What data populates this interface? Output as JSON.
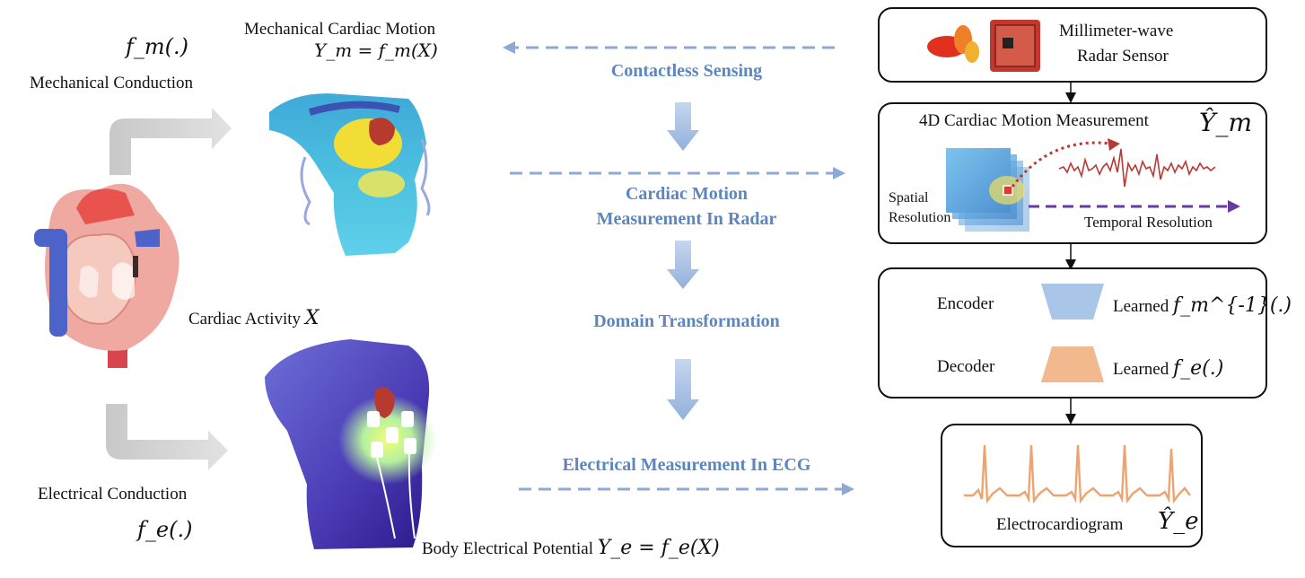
{
  "left": {
    "fm_func": "f_m(.)",
    "mech_conduction": "Mechanical Conduction",
    "mech_motion_title": "Mechanical Cardiac Motion",
    "mech_motion_eq": "Y_m = f_m(X)",
    "cardiac_activity": "Cardiac Activity",
    "cardiac_activity_var": "X",
    "elec_conduction": "Electrical Conduction",
    "fe_func": "f_e(.)",
    "body_potential": "Body Electrical Potential",
    "body_potential_eq": "Y_e = f_e(X)"
  },
  "middle": {
    "step1": "Contactless Sensing",
    "step2_line1": "Cardiac Motion",
    "step2_line2": "Measurement In Radar",
    "step3": "Domain Transformation",
    "step4": "Electrical Measurement In ECG"
  },
  "right": {
    "radar_line1": "Millimeter-wave",
    "radar_line2": "Radar Sensor",
    "measure_title": "4D Cardiac Motion Measurement",
    "measure_symbol": "Ŷ_m",
    "spatial_line1": "Spatial",
    "spatial_line2": "Resolution",
    "temporal": "Temporal Resolution",
    "encoder": "Encoder",
    "encoder_learned": "Learned",
    "encoder_func": "f_m^{-1}(.)",
    "decoder": "Decoder",
    "decoder_learned": "Learned",
    "decoder_func": "f_e(.)",
    "ecg": "Electrocardiogram",
    "ecg_symbol": "Ŷ_e"
  },
  "colors": {
    "accent_blue": "#5b86bf",
    "dashed_arrow": "#8fa9d4",
    "encoder_fill": "#a9c6e8",
    "decoder_fill": "#f2b88e",
    "ecg_line": "#eea46e",
    "radar_signal": "#b73a34",
    "purple_arrow": "#6b3aa0"
  }
}
